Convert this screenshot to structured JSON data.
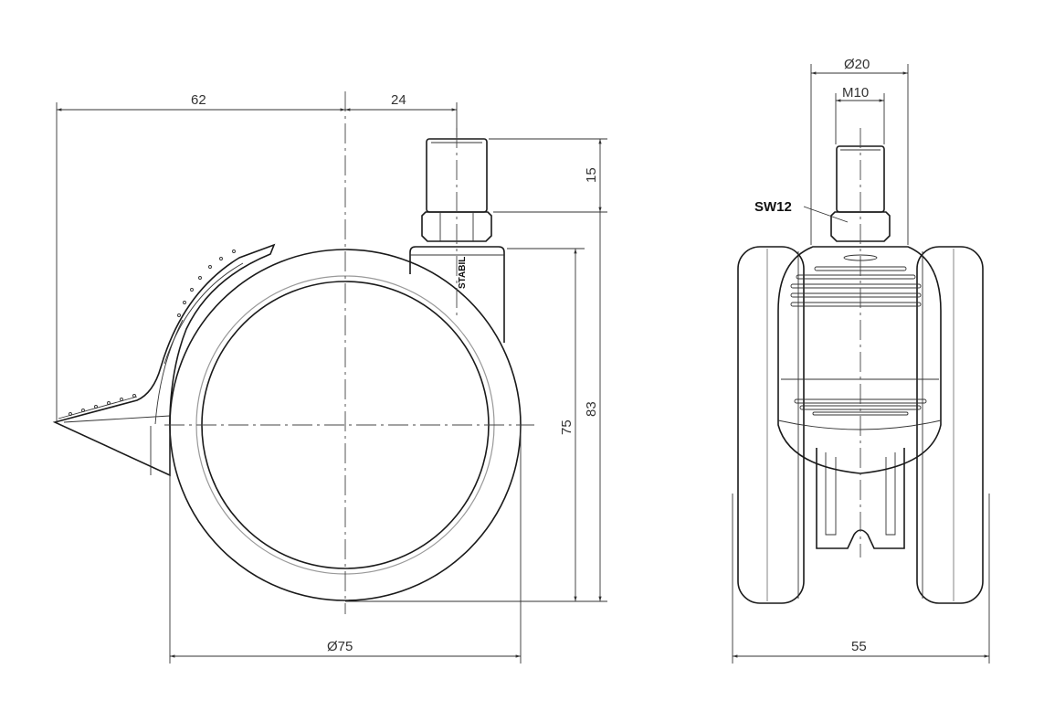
{
  "drawing": {
    "side_view": {
      "dimensions": {
        "brake_reach": "62",
        "stem_offset": "24",
        "stem_length": "15",
        "total_height": "83",
        "wheel_height": "75",
        "wheel_diameter": "Ø75"
      },
      "brand_mark": "STABIL"
    },
    "front_view": {
      "dimensions": {
        "collar_diameter": "Ø20",
        "thread": "M10",
        "width": "55"
      },
      "callout": "SW12"
    }
  }
}
